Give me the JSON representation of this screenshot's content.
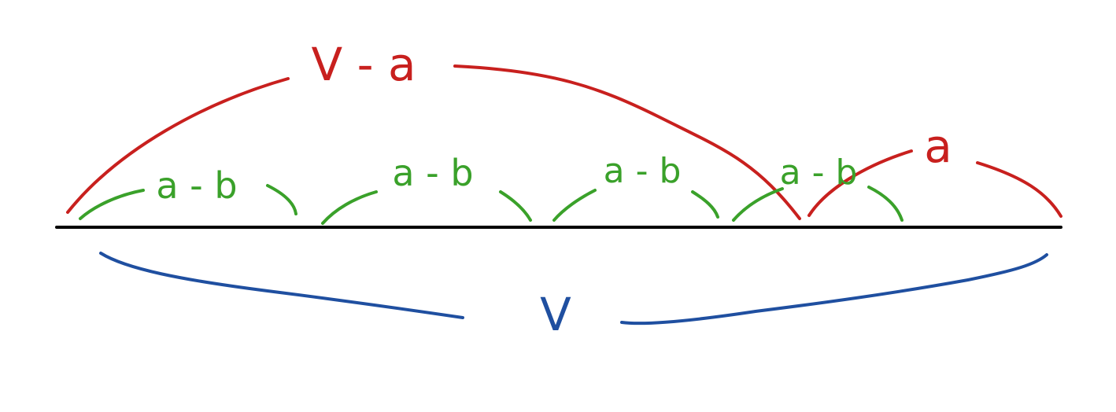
{
  "colors": {
    "background": "#ffffff",
    "baseline": "#000000",
    "total": "#1f4fa0",
    "remainder": "#c8201e",
    "segments": "#3aa12a"
  },
  "labels": {
    "total": "V",
    "remainder_left": "V - a",
    "remainder_right": "a",
    "segments": [
      "a - b",
      "a - b",
      "a - b",
      "a - b"
    ]
  }
}
